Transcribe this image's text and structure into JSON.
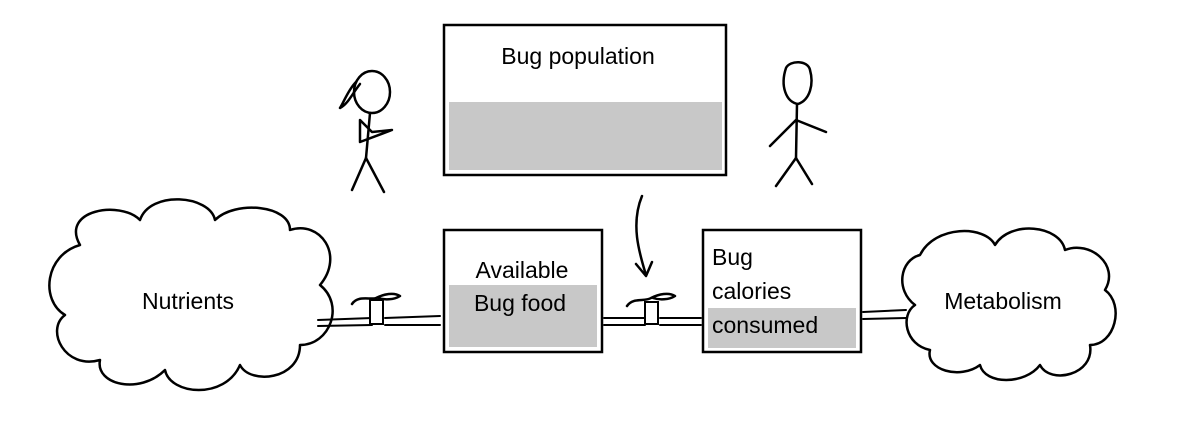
{
  "diagram": {
    "sources": {
      "nutrients": "Nutrients",
      "metabolism": "Metabolism"
    },
    "stocks": {
      "bug_population": "Bug population",
      "available_food": [
        "Available",
        "Bug food"
      ],
      "calories_consumed": [
        "Bug",
        "calories",
        "consumed"
      ]
    },
    "colors": {
      "stroke": "#000000",
      "fill_level": "#c8c8c8",
      "background": "#ffffff"
    }
  }
}
